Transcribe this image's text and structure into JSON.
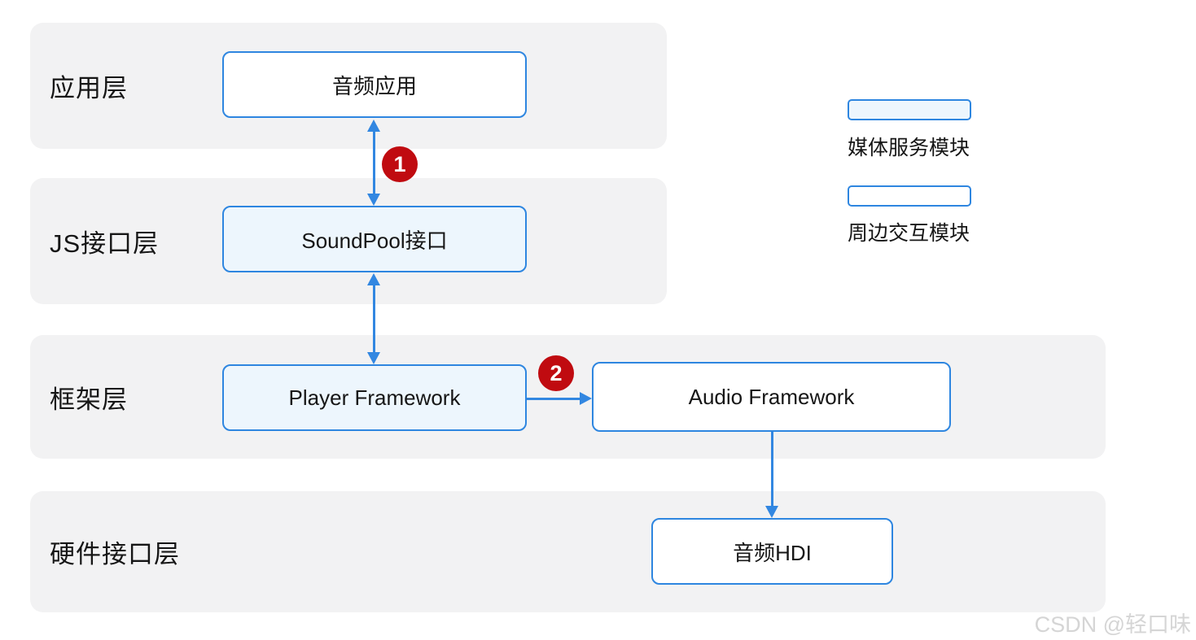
{
  "diagram": {
    "title_context": "SoundPool audio architecture diagram",
    "layers": [
      {
        "label": "应用层"
      },
      {
        "label": "JS接口层"
      },
      {
        "label": "框架层"
      },
      {
        "label": "硬件接口层"
      }
    ],
    "nodes": [
      {
        "label": "音频应用",
        "module": "peripheral",
        "layer": "应用层"
      },
      {
        "label": "SoundPool接口",
        "module": "media",
        "layer": "JS接口层"
      },
      {
        "label": "Player Framework",
        "module": "media",
        "layer": "框架层"
      },
      {
        "label": "Audio Framework",
        "module": "peripheral",
        "layer": "框架层"
      },
      {
        "label": "音频HDI",
        "module": "peripheral",
        "layer": "硬件接口层"
      }
    ],
    "edges": [
      {
        "from": "音频应用",
        "to": "SoundPool接口",
        "direction": "bidirectional",
        "badge": "1"
      },
      {
        "from": "SoundPool接口",
        "to": "Player Framework",
        "direction": "bidirectional"
      },
      {
        "from": "Player Framework",
        "to": "Audio Framework",
        "direction": "right",
        "badge": "2"
      },
      {
        "from": "Audio Framework",
        "to": "音频HDI",
        "direction": "down"
      }
    ],
    "badges": [
      {
        "number": "1"
      },
      {
        "number": "2"
      }
    ],
    "legend": [
      {
        "label": "媒体服务模块",
        "swatch": "filled"
      },
      {
        "label": "周边交互模块",
        "swatch": "outline"
      }
    ],
    "colors": {
      "accent_blue": "#2e86e0",
      "arrow_blue": "#3287e1",
      "media_fill": "#edf6fd",
      "peripheral_fill": "#ffffff",
      "badge_red": "#c00b10",
      "layer_bg": "#f2f2f3",
      "watermark_gray": "#d5d5d5"
    }
  },
  "watermark": {
    "text": "CSDN @轻口味"
  }
}
